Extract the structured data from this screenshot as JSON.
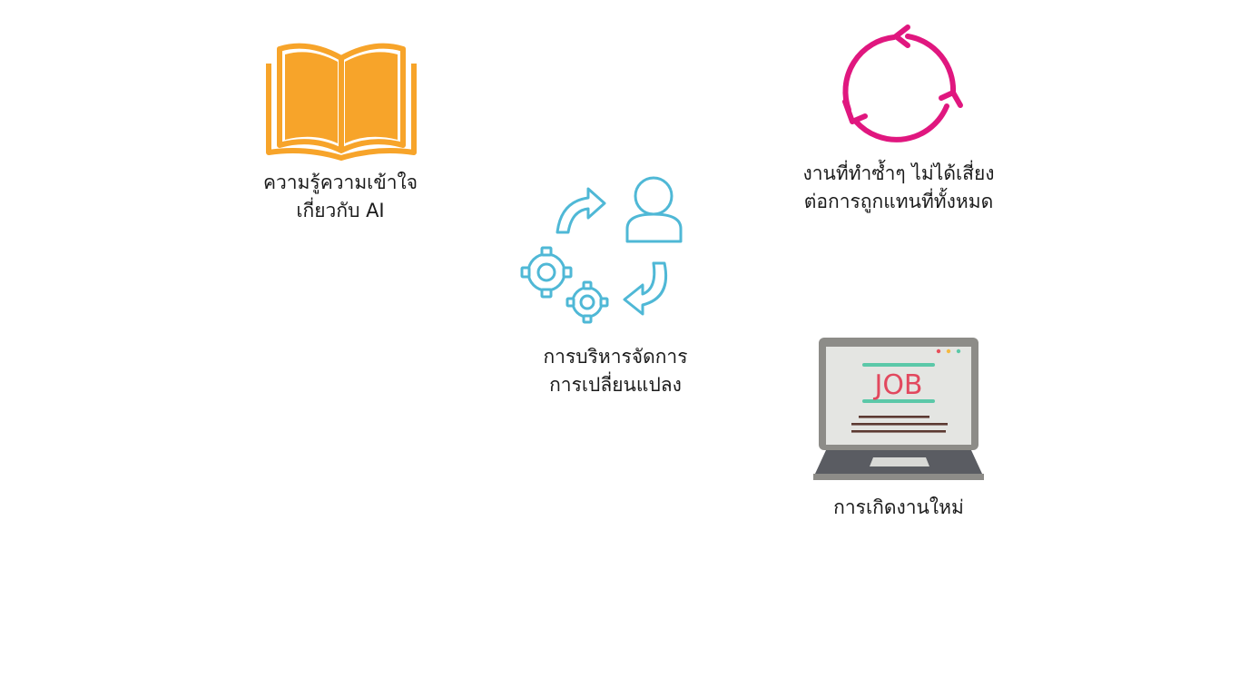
{
  "items": {
    "ai_knowledge": {
      "icon": "open-book-icon",
      "color": "#F7A42A",
      "lines": [
        "ความรู้ความเข้าใจ",
        "เกี่ยวกับ AI"
      ]
    },
    "repetitive_work": {
      "icon": "cycle-arrows-icon",
      "color": "#E0177F",
      "lines": [
        "งานที่ทำซ้ำๆ ไม่ได้เสี่ยง",
        "ต่อการถูกแทนที่ทั้งหมด"
      ]
    },
    "change_management": {
      "icon": "person-gears-cycle-icon",
      "color": "#4FB8D6",
      "lines": [
        "การบริหารจัดการ",
        "การเปลี่ยนแปลง"
      ]
    },
    "new_jobs": {
      "icon": "laptop-job-icon",
      "screen_text": "JOB",
      "lines": [
        "การเกิดงานใหม่"
      ]
    }
  }
}
